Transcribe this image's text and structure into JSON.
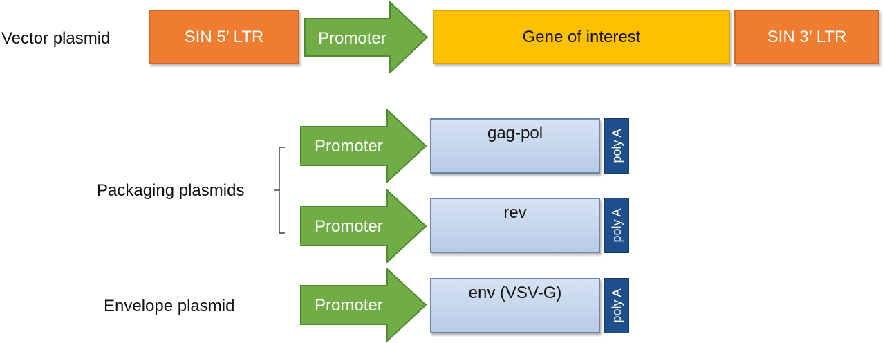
{
  "vector": {
    "label": "Vector plasmid",
    "ltr5": "SIN 5’ LTR",
    "promoter": "Promoter",
    "gene": "Gene of interest",
    "ltr3": "SIN 3’ LTR"
  },
  "packaging": {
    "label": "Packaging plasmids",
    "gagpol": {
      "promoter": "Promoter",
      "gene": "gag-pol",
      "polya": "poly A"
    },
    "rev": {
      "promoter": "Promoter",
      "gene": "rev",
      "polya": "poly A"
    }
  },
  "envelope": {
    "label": "Envelope plasmid",
    "promoter": "Promoter",
    "gene": "env (VSV-G)",
    "polya": "poly A"
  },
  "colors": {
    "ltr": "#ef7d31",
    "gene_of_interest": "#ffc000",
    "promoter_arrow": "#70ad47",
    "gene_box": "#c5d6ee",
    "polya": "#1f4e8c"
  }
}
